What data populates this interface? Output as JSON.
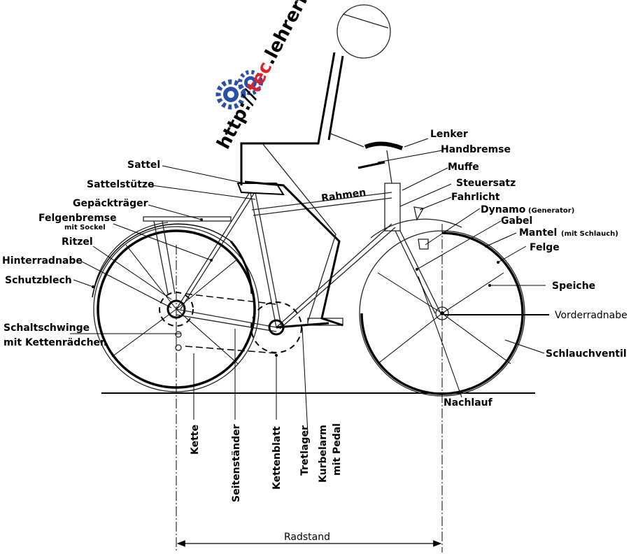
{
  "watermark": {
    "prefix": "http://",
    "highlight": "tec",
    "suffix": ".lehrerfreund.de",
    "highlight_color": "#e0202a",
    "gear_color": "#2a4fa8"
  },
  "labels": {
    "sattel": "Sattel",
    "sattelstuetze": "Sattelstütze",
    "gepaecktraeger": "Gepäckträger",
    "felgenbremse": "Felgenbremse",
    "felgenbremse_sub": "mit Sockel",
    "ritzel": "Ritzel",
    "hinterradnabe": "Hinterradnabe",
    "schutzblech": "Schutzblech",
    "schaltschwinge": "Schaltschwinge",
    "schaltschwinge_sub": "mit Kettenrädchen",
    "rahmen": "Rahmen",
    "lenker": "Lenker",
    "handbremse": "Handbremse",
    "muffe": "Muffe",
    "steuersatz": "Steuersatz",
    "fahrlicht": "Fahrlicht",
    "dynamo": "Dynamo",
    "dynamo_sub": "(Generator)",
    "gabel": "Gabel",
    "mantel": "Mantel",
    "mantel_sub": "(mit Schlauch)",
    "felge": "Felge",
    "speiche": "Speiche",
    "vorderradnabe": "Vorderradnabe",
    "schlauchventil": "Schlauchventil",
    "nachlauf": "Nachlauf",
    "kette": "Kette",
    "seitenstaender": "Seitenständer",
    "kettenblatt": "Kettenblatt",
    "tretlager": "Tretlager",
    "kurbelarm": "Kurbelarm",
    "kurbelarm_sub": "mit Pedal",
    "radstand": "Radstand"
  }
}
